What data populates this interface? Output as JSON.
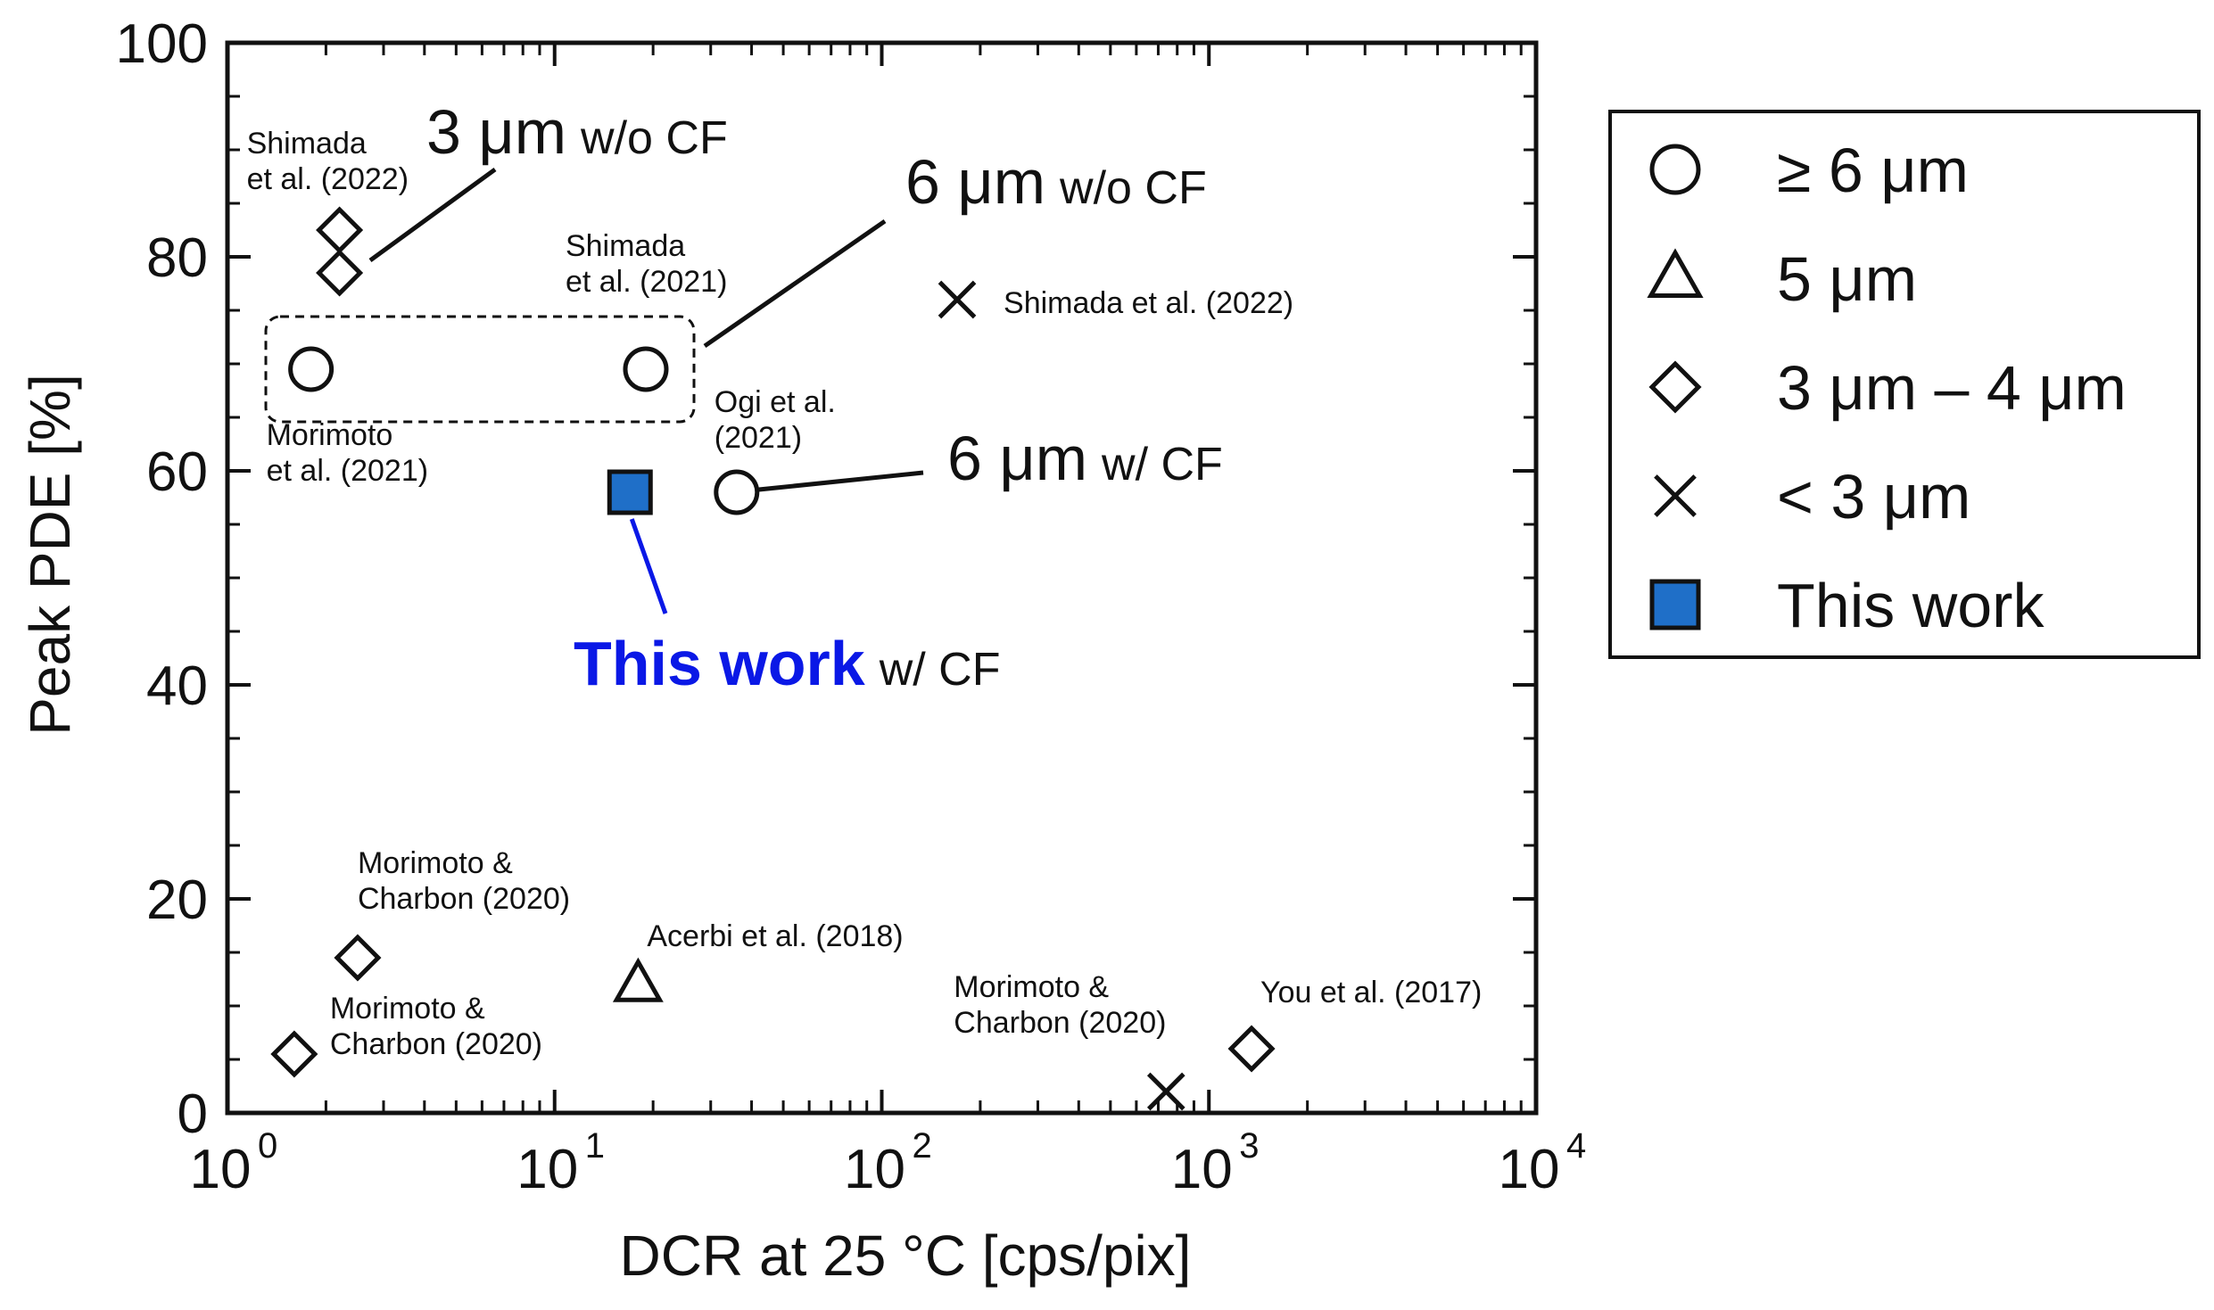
{
  "chart_data": {
    "type": "scatter",
    "xlabel": "DCR at 25 °C [cps/pix]",
    "ylabel": "Peak PDE [%]",
    "xscale": "log",
    "xlim": [
      1,
      10000
    ],
    "ylim": [
      0,
      100
    ],
    "x_ticks": [
      {
        "base": "10",
        "exp": "0"
      },
      {
        "base": "10",
        "exp": "1"
      },
      {
        "base": "10",
        "exp": "2"
      },
      {
        "base": "10",
        "exp": "3"
      },
      {
        "base": "10",
        "exp": "4"
      }
    ],
    "y_ticks": [
      "0",
      "20",
      "40",
      "60",
      "80",
      "100"
    ],
    "legend": {
      "position": "right",
      "entries": [
        {
          "marker": "circle",
          "label": "≥ 6 μm"
        },
        {
          "marker": "triangle",
          "label": "5 μm"
        },
        {
          "marker": "diamond",
          "label": "3 μm – 4 μm"
        },
        {
          "marker": "cross",
          "label": "< 3 μm"
        },
        {
          "marker": "filled-square",
          "label": "This work"
        }
      ]
    },
    "series": [
      {
        "marker": "circle",
        "points": [
          {
            "x": 1.8,
            "y": 69.5,
            "label": "Morimoto\net al. (2021)"
          },
          {
            "x": 19,
            "y": 69.5,
            "label": "Shimada\net al. (2021)"
          },
          {
            "x": 36,
            "y": 58,
            "label": "Ogi et al.\n(2021)"
          }
        ]
      },
      {
        "marker": "triangle",
        "points": [
          {
            "x": 18,
            "y": 12,
            "label": "Acerbi et al. (2018)"
          }
        ]
      },
      {
        "marker": "diamond",
        "points": [
          {
            "x": 2.2,
            "y": 82.5,
            "label": "Shimada\net al. (2022)"
          },
          {
            "x": 2.2,
            "y": 78.5,
            "label": ""
          },
          {
            "x": 2.5,
            "y": 14.5,
            "label": "Morimoto &\nCharbon (2020)"
          },
          {
            "x": 1.6,
            "y": 5.5,
            "label": "Morimoto &\nCharbon (2020)"
          },
          {
            "x": 1350,
            "y": 6,
            "label": "You et al. (2017)"
          }
        ]
      },
      {
        "marker": "cross",
        "points": [
          {
            "x": 170,
            "y": 76,
            "label": "Shimada et al. (2022)"
          },
          {
            "x": 740,
            "y": 2,
            "label": "Morimoto &\nCharbon (2020)"
          }
        ]
      },
      {
        "marker": "filled-square",
        "points": [
          {
            "x": 17,
            "y": 58,
            "label": ""
          }
        ]
      }
    ],
    "callouts": [
      {
        "big": "3 μm",
        "small": "w/o CF"
      },
      {
        "big": "6 μm",
        "small": "w/o CF"
      },
      {
        "big": "6 μm",
        "small": "w/ CF"
      },
      {
        "big": "This work",
        "small": "w/ CF"
      }
    ],
    "colors": {
      "this_work_fill": "#1f6fc8",
      "highlight_text": "#0a18e6",
      "ink": "#111111"
    }
  }
}
